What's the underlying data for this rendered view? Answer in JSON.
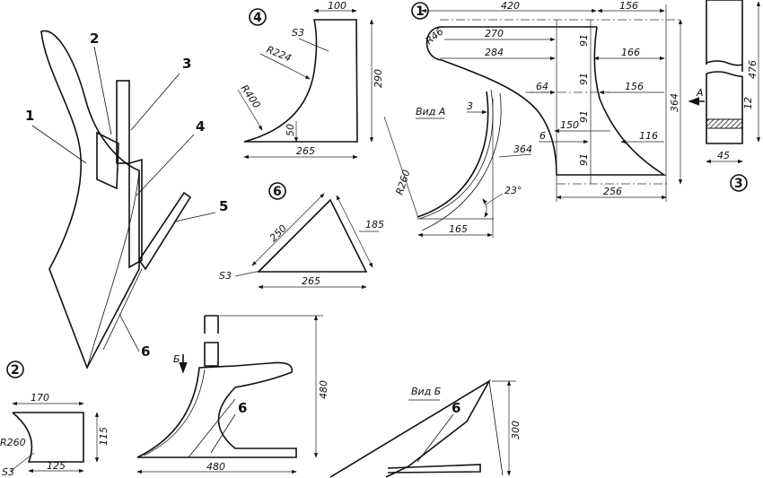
{
  "assembly": {
    "part_labels": [
      "1",
      "2",
      "3",
      "4",
      "5",
      "6"
    ],
    "bottom_part_label": "6"
  },
  "part1": {
    "number": "1",
    "dims": {
      "top_length": "420",
      "top_right": "156",
      "radius": "R46",
      "d270": "270",
      "d284": "284",
      "d166": "166",
      "d156": "156",
      "d64": "64",
      "d150": "150",
      "d6": "6",
      "d116": "116",
      "d256": "256",
      "height": "364",
      "seg": "91"
    },
    "view_arrow": "A"
  },
  "view_a": {
    "title": "Вид А",
    "thickness": "3",
    "arc": "364",
    "angle": "23°",
    "width": "165",
    "radius": "R260"
  },
  "part3": {
    "number": "3",
    "height": "476",
    "hatch": "12",
    "width": "45"
  },
  "part4": {
    "number": "4",
    "top": "100",
    "height": "290",
    "bottom": "265",
    "offset": "50",
    "r1": "R224",
    "r2": "R400",
    "thickness": "S3"
  },
  "part6": {
    "number": "6",
    "side_a": "250",
    "side_b": "185",
    "base": "265",
    "thickness": "S3"
  },
  "part2": {
    "number": "2",
    "top": "170",
    "height": "115",
    "bottom": "125",
    "radius": "R260",
    "thickness": "S3"
  },
  "side_view": {
    "view_arrow": "Б",
    "part_label": "6",
    "height": "480",
    "length": "480"
  },
  "view_b": {
    "title": "Вид Б",
    "part_label": "6",
    "height": "300"
  }
}
